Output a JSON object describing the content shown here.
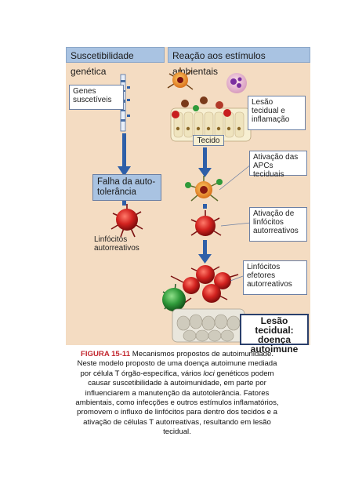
{
  "headers": {
    "left": "Suscetibilidade genética",
    "right": "Reação aos estímulos ambientais"
  },
  "labels": {
    "genes": "Genes suscetíveis",
    "failure": "Falha da auto-tolerância",
    "autoreactive": "Linfócitos autorreativos",
    "tissue_injury": "Lesão tecidual e inflamação",
    "tissue": "Tecido",
    "apc_activation": "Ativação das APCs teciduais",
    "lymph_activation": "Ativação de linfócitos autorreativos",
    "effectors": "Linfócitos efetores autorreativos",
    "final": "Lesão tecidual: doença autoimune"
  },
  "caption": {
    "figure_label": "FIGURA 15-11",
    "line1_rest": "Mecanismos propostos de autoimunidade.",
    "line2": "Neste modelo proposto de uma doença autoimune mediada",
    "line3_pre": "por célula T órgão-específica, vários",
    "line3_italic": "loci",
    "line3_post": "genéticos podem",
    "line4": "causar suscetibilidade à autoimunidade, em parte por",
    "line5": "influenciarem a manutenção da autotolerância. Fatores",
    "line6": "ambientais, como infecções e outros estímulos inflamatórios,",
    "line7": "promovem o influxo de linfócitos para dentro dos tecidos e a",
    "line8": "ativação de células T autorreativas, resultando em lesão",
    "line9": "tecidual."
  },
  "colors": {
    "panel_bg": "#f4dcc2",
    "header_bg": "#a9c3e2",
    "arrow": "#2e5fa8",
    "cell_red": "#c81e1e",
    "cell_green": "#2f9a3a",
    "caption_label": "#c2262e"
  }
}
